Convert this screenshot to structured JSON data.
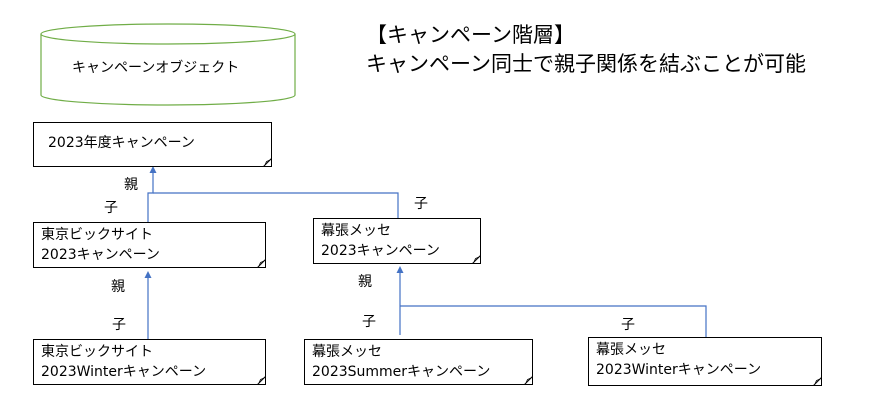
{
  "header": {
    "title_line_1": "【キャンペーン階層】",
    "title_line_2": "キャンペーン同士で親子関係を結ぶことが可能"
  },
  "database": {
    "label": "キャンペーンオブジェクト"
  },
  "campaigns": {
    "root": {
      "line1": "2023年度キャンペーン"
    },
    "tokyo": {
      "line1": "東京ビックサイト",
      "line2": "2023キャンペーン"
    },
    "makuhari": {
      "line1": "幕張メッセ",
      "line2": "2023キャンペーン"
    },
    "tokyo_winter": {
      "line1": "東京ビックサイト",
      "line2": "2023Winterキャンペーン"
    },
    "makuhari_summer": {
      "line1": "幕張メッセ",
      "line2": "2023Summerキャンペーン"
    },
    "makuhari_winter": {
      "line1": "幕張メッセ",
      "line2": "2023Winterキャンペーン"
    }
  },
  "relations": {
    "parent_label": "親",
    "child_label": "子"
  },
  "colors": {
    "connector": "#4472c4",
    "database_border": "#70ad47",
    "box_border": "#000000"
  }
}
